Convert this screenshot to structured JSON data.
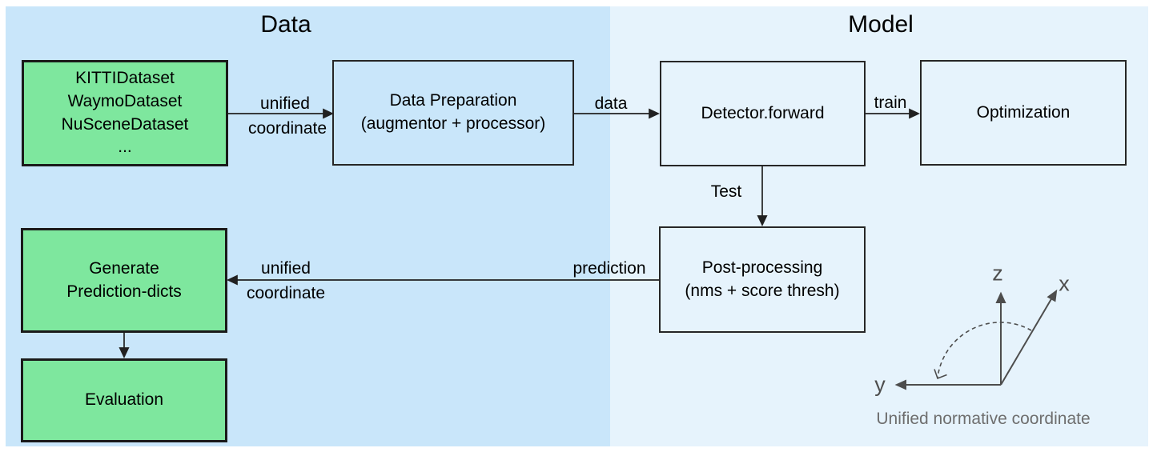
{
  "panels": {
    "data": {
      "title": "Data"
    },
    "model": {
      "title": "Model"
    }
  },
  "boxes": {
    "datasets": {
      "text": "KITTIDataset\nWaymoDataset\nNuSceneDataset\n..."
    },
    "data_preparation": {
      "text": "Data Preparation\n(augmentor + processor)"
    },
    "detector": {
      "text": "Detector.forward"
    },
    "optimization": {
      "text": "Optimization"
    },
    "post_processing": {
      "text": "Post-processing\n(nms + score thresh)"
    },
    "generate_prediction": {
      "text": "Generate\nPrediction-dicts"
    },
    "evaluation": {
      "text": "Evaluation"
    }
  },
  "edge_labels": {
    "unified_top": "unified",
    "coordinate_top": "coordinate",
    "data": "data",
    "train": "train",
    "test": "Test",
    "prediction": "prediction",
    "unified_bottom": "unified",
    "coordinate_bottom": "coordinate"
  },
  "axes": {
    "z": "z",
    "x": "x",
    "y": "y",
    "caption": "Unified normative coordinate"
  },
  "colors": {
    "panel_left": "#c9e6fa",
    "panel_right": "#e6f3fc",
    "green_fill": "#7ee79e",
    "box_border": "#262626",
    "arrow": "#212121",
    "axes_gray": "#4d4d4d",
    "caption_gray": "#6e6e6e"
  }
}
